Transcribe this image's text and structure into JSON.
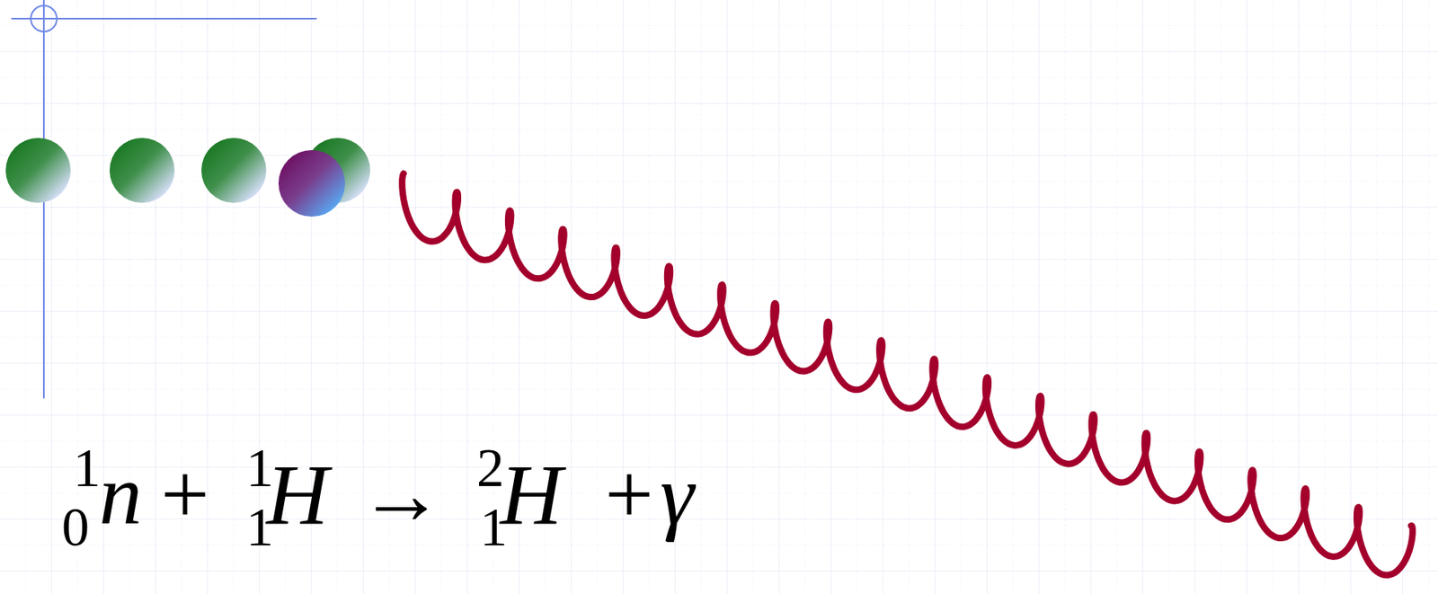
{
  "diagram": {
    "labels": [
      "1",
      "0",
      "n",
      "+",
      "1",
      "1",
      "H",
      "→",
      "2",
      "1",
      "H",
      "+",
      "γ"
    ]
  }
}
